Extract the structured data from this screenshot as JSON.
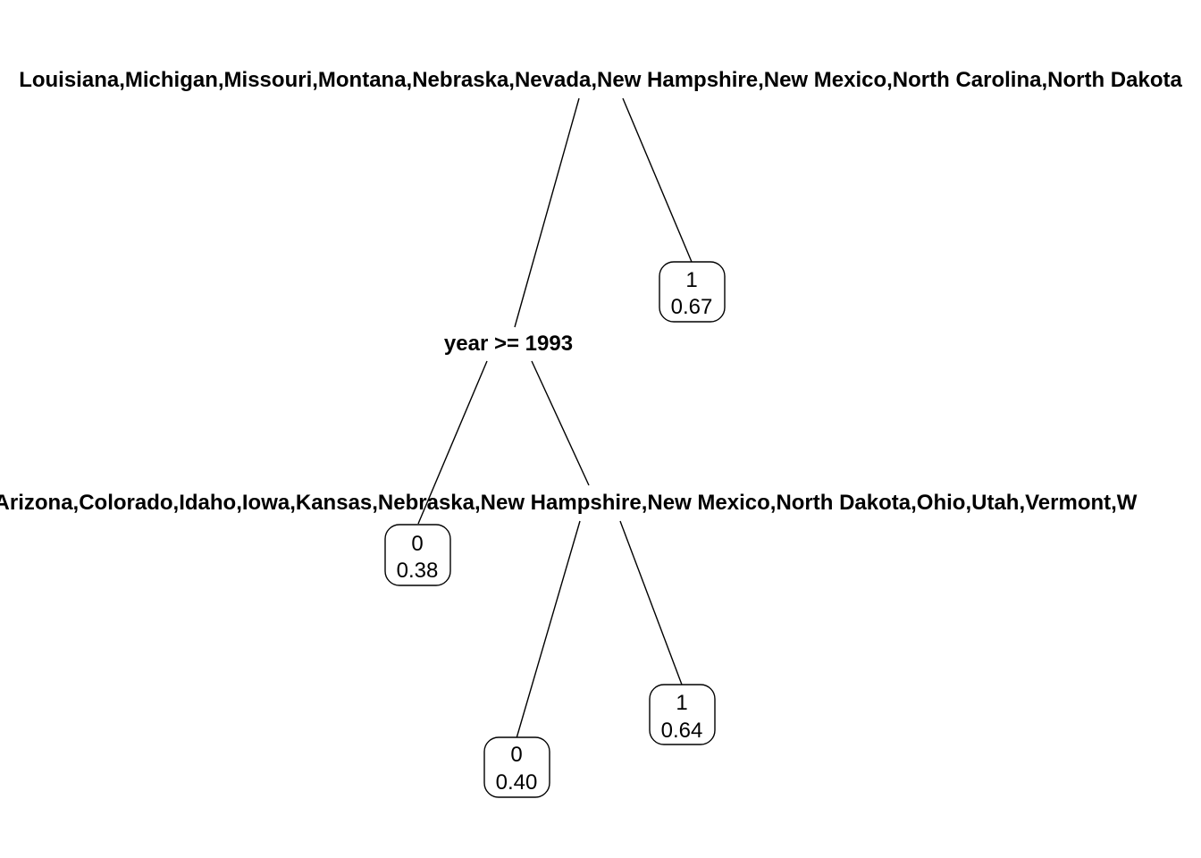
{
  "tree": {
    "splits": {
      "root": "Louisiana,Michigan,Missouri,Montana,Nebraska,Nevada,New Hampshire,New Mexico,North Carolina,North Dakota",
      "year": "year >= 1993",
      "state": "Arizona,Colorado,Idaho,Iowa,Kansas,Nebraska,New Hampshire,New Mexico,North Dakota,Ohio,Utah,Vermont,W"
    },
    "leaves": {
      "a": {
        "class": "1",
        "prob": "0.67"
      },
      "b": {
        "class": "0",
        "prob": "0.38"
      },
      "c": {
        "class": "0",
        "prob": "0.40"
      },
      "d": {
        "class": "1",
        "prob": "0.64"
      }
    }
  }
}
